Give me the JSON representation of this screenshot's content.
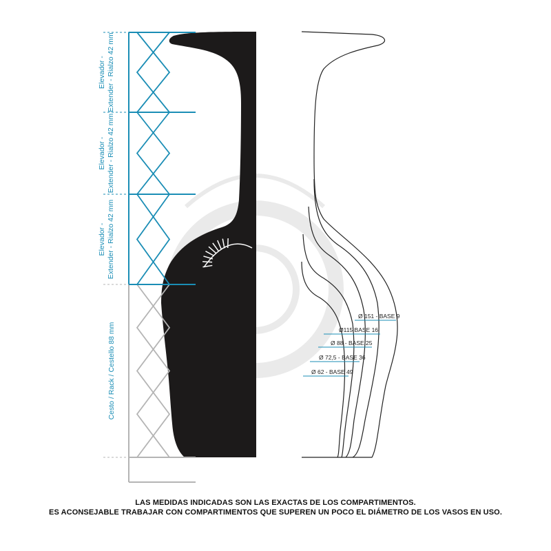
{
  "colors": {
    "accent": "#1a8db5",
    "grey": "#b4b4b4",
    "black": "#1c1a1a",
    "watermark": "#d9d9d9"
  },
  "sections": [
    {
      "label_top": "Elevador -",
      "label_bottom": "Extender - Rialzo 42 mm"
    },
    {
      "label_top": "Elevador -",
      "label_bottom": "Extender - Rialzo 42 mm"
    },
    {
      "label_top": "Elevador -",
      "label_bottom": "Extender - Rialzo 42 mm"
    },
    {
      "label_top": "Cesto / Rack / Cestello 88 mm",
      "label_bottom": ""
    }
  ],
  "profiles": [
    {
      "label": "Ø 151 - BASE 9"
    },
    {
      "label": "Ø115   BASE 16"
    },
    {
      "label": "Ø 88 - BASE 25"
    },
    {
      "label": "Ø 72,5 - BASE 36"
    },
    {
      "label": "Ø 62 - BASE 49"
    }
  ],
  "footer": {
    "line1": "LAS MEDIDAS INDICADAS SON LAS EXACTAS DE LOS COMPARTIMENTOS.",
    "line2": "ES ACONSEJABLE TRABAJAR CON COMPARTIMENTOS QUE SUPEREN UN POCO EL DIÁMETRO DE LOS  VASOS EN USO."
  }
}
